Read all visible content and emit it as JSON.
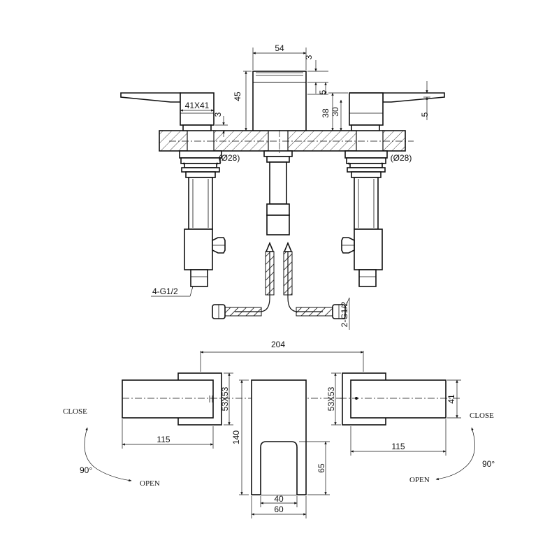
{
  "top_view": {
    "dim_spout_width": "54",
    "dim_top_gap": "3",
    "dim_spout_height": "45",
    "dim_step": "5",
    "dim_handle_size": "41X41",
    "dim_handle_gap": "3",
    "dim_handle_height": "38",
    "dim_body_height": "30",
    "dim_lever_thickness": "5",
    "dim_hole_left": "(Ø28)",
    "dim_hole_right": "(Ø28)",
    "thread_valves": "4-G1/2",
    "thread_hoses": "2-G1/2"
  },
  "bottom_view": {
    "dim_centers": "204",
    "dim_left_plate": "53X53",
    "dim_right_plate": "53X53",
    "dim_right_lever": "41",
    "dim_left_length": "115",
    "dim_right_length": "115",
    "dim_spout_depth": "140",
    "dim_spout_outlet": "65",
    "dim_outlet_width": "40",
    "dim_spout_width": "60",
    "left_close": "CLOSE",
    "left_angle": "90°",
    "left_open": "OPEN",
    "right_close": "CLOSE",
    "right_angle": "90°",
    "right_open": "OPEN"
  }
}
